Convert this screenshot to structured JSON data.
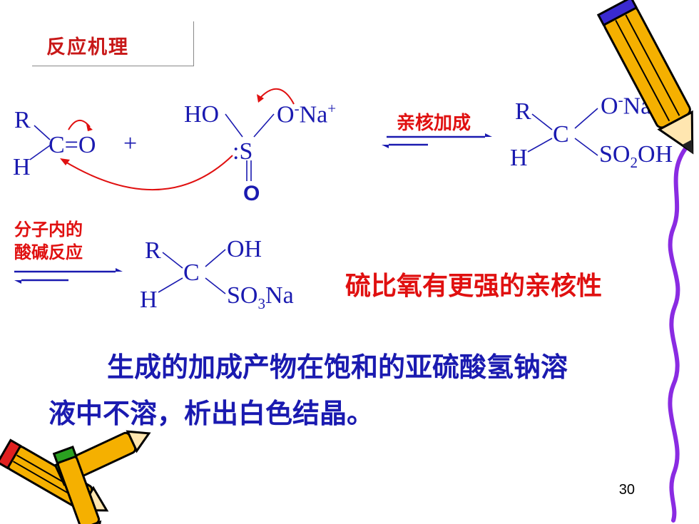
{
  "title": "反应机理",
  "reactant1": {
    "r": "R",
    "h": "H",
    "core": "C=O",
    "plus": "+"
  },
  "reactant2": {
    "ho": "HO",
    "s": ":S",
    "o": "O",
    "ona": "O",
    "minus": "-",
    "na": "Na",
    "plus_sup": "+"
  },
  "arrow1_label": "亲核加成",
  "product1": {
    "r": "R",
    "h": "H",
    "c": "C",
    "ona": "O",
    "minus": "-",
    "na": "Na",
    "plus_sup": "+",
    "so2": "SO",
    "sub2": "2",
    "oh": "OH"
  },
  "arrow2_label_line1": "分子内的",
  "arrow2_label_line2": "酸碱反应",
  "product2": {
    "r": "R",
    "h": "H",
    "c": "C",
    "oh": "OH",
    "so3": "SO",
    "sub3": "3",
    "na": "Na"
  },
  "note": "硫比氧有更强的亲核性",
  "paragraph_line1": "生成的加成产物在饱和的亚硫酸氢钠溶",
  "paragraph_line2": "液中不溶，析出白色结晶。",
  "page_number": "30",
  "colors": {
    "chem_blue": "#1a1ab0",
    "accent_red": "#e01010",
    "border_purple": "#8a2be2"
  },
  "icons": [
    "pencil-icon",
    "pencils-icon"
  ]
}
